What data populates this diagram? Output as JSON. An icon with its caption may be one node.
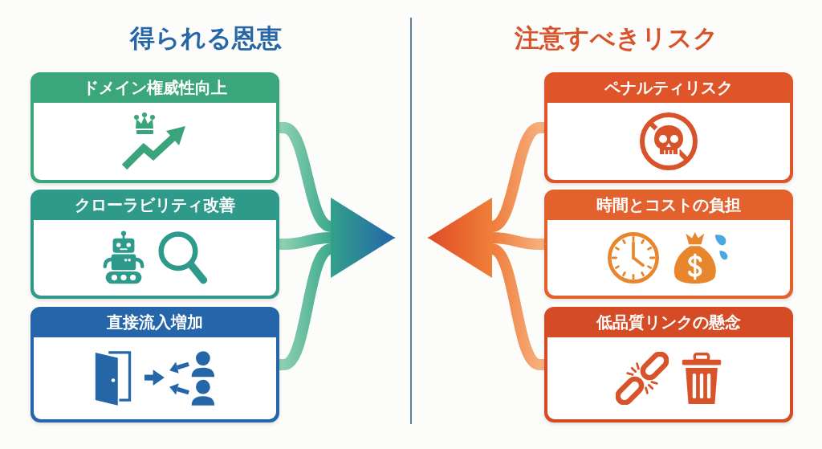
{
  "diagram": {
    "nodes": [
      {
        "text": [
          "ドメイン権威性向上"
        ]
      },
      {
        "text": [
          "クローラビリティ改善"
        ]
      },
      {
        "text": [
          "直接流入増加"
        ]
      },
      {
        "text": [
          "ペナルティリスク"
        ]
      },
      {
        "text": [
          "時間とコストの負担"
        ]
      },
      {
        "text": [
          "低品質リンクの懸念"
        ]
      }
    ],
    "edges": [
      {
        "from": 0,
        "to": null,
        "arrow": "to"
      },
      {
        "from": 1,
        "to": null,
        "arrow": "to"
      },
      {
        "from": 2,
        "to": null,
        "arrow": "to"
      },
      {
        "from": 3,
        "to": null,
        "arrow": "to"
      },
      {
        "from": 4,
        "to": null,
        "arrow": "to"
      },
      {
        "from": 5,
        "to": null,
        "arrow": "to"
      }
    ],
    "labels": [
      "得られる恩恵",
      "注意すべきリスク"
    ]
  }
}
